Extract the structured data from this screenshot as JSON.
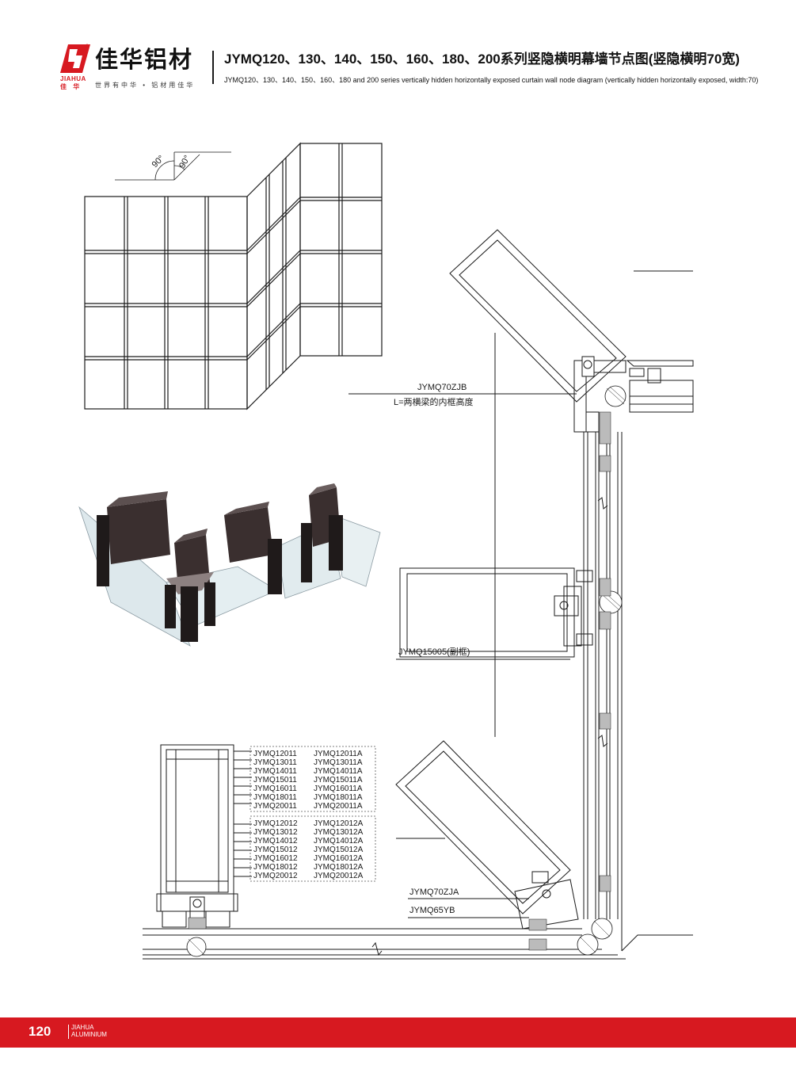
{
  "header": {
    "brand_cn": "佳华铝材",
    "brand_en": "JIAHUA",
    "brand_cn_small": "佳 华",
    "slogan": "世界有中华 • 铝材用佳华",
    "title_cn": "JYMQ120、130、140、150、160、180、200系列竖隐横明幕墙节点图(竖隐横明70宽)",
    "title_en": "JYMQ120、130、140、150、160、180 and 200 series vertically hidden horizontally exposed curtain wall node diagram (vertically hidden horizontally exposed, width:70)"
  },
  "elevation": {
    "angle_1": "90°",
    "angle_2": "90°"
  },
  "node_labels": {
    "top_profile": "JYMQ70ZJB",
    "frame_height_note": "L=两横梁的内框高度",
    "sub_frame": "JYMQ15005(副框)",
    "bottom_profile_a": "JYMQ70ZJA",
    "bottom_profile_b": "JYMQ65YB"
  },
  "mullion_codes_group_1": [
    [
      "JYMQ12011",
      "JYMQ12011A"
    ],
    [
      "JYMQ13011",
      "JYMQ13011A"
    ],
    [
      "JYMQ14011",
      "JYMQ14011A"
    ],
    [
      "JYMQ15011",
      "JYMQ15011A"
    ],
    [
      "JYMQ16011",
      "JYMQ16011A"
    ],
    [
      "JYMQ18011",
      "JYMQ18011A"
    ],
    [
      "JYMQ20011",
      "JYMQ20011A"
    ]
  ],
  "mullion_codes_group_2": [
    [
      "JYMQ12012",
      "JYMQ12012A"
    ],
    [
      "JYMQ13012",
      "JYMQ13012A"
    ],
    [
      "JYMQ14012",
      "JYMQ14012A"
    ],
    [
      "JYMQ15012",
      "JYMQ15012A"
    ],
    [
      "JYMQ16012",
      "JYMQ16012A"
    ],
    [
      "JYMQ18012",
      "JYMQ18012A"
    ],
    [
      "JYMQ20012",
      "JYMQ20012A"
    ]
  ],
  "footer": {
    "page_number": "120",
    "brand_line1": "JIAHUA",
    "brand_line2": "ALUMINIUM"
  },
  "colors": {
    "brand_red": "#d71920",
    "profile_dark": "#2a2222",
    "glass": "#dfe9ee"
  }
}
